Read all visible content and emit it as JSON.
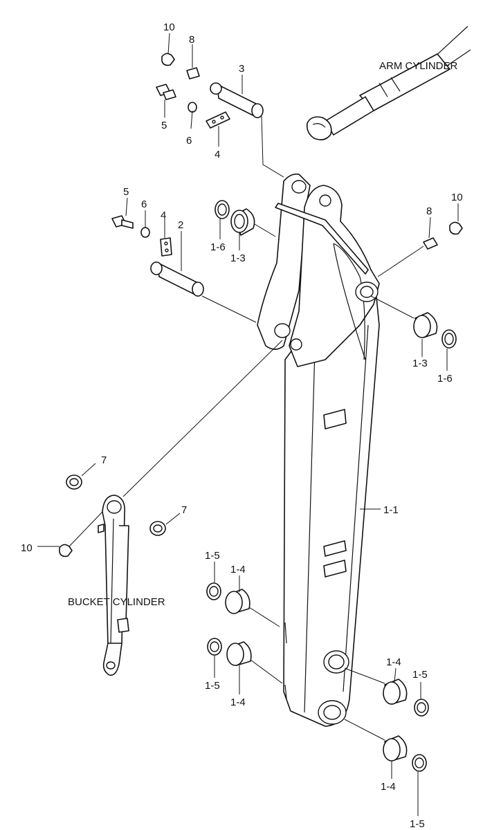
{
  "labels": {
    "arm_cylinder": "ARM CYLINDER",
    "bucket_cylinder": "BUCKET CYLINDER",
    "p1_1": "1-1",
    "p1_3": "1-3",
    "p1_4": "1-4",
    "p1_5": "1-5",
    "p1_6": "1-6",
    "p2": "2",
    "p3": "3",
    "p4": "4",
    "p5": "5",
    "p6": "6",
    "p7": "7",
    "p8": "8",
    "p10": "10"
  }
}
